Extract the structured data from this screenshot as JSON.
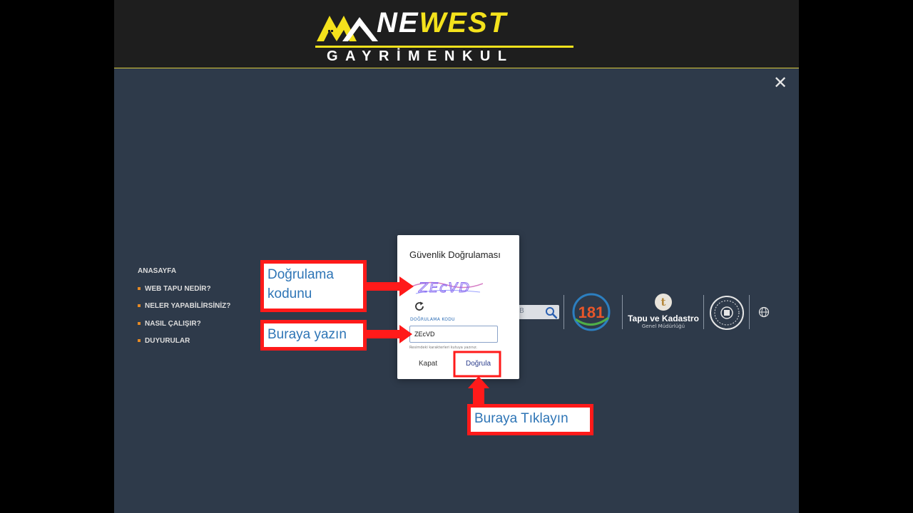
{
  "brand": {
    "word_part1": "NE",
    "word_part2": "WEST",
    "subtitle": "GAYRİMENKUL",
    "yellow": "#f4e21c"
  },
  "nav": {
    "items": [
      {
        "label": "ANASAYFA"
      },
      {
        "label": "WEB TAPU NEDİR?"
      },
      {
        "label": "NELER YAPABİLİRSİNİZ?"
      },
      {
        "label": "NASIL ÇALIŞIR?"
      },
      {
        "label": "DUYURULAR"
      }
    ],
    "bullet_color": "#e58a25"
  },
  "search": {
    "placeholder": "B"
  },
  "partners": {
    "hotline_number": "181",
    "tapu_name": "Tapu ve Kadastro",
    "tapu_subtitle": "Genel Müdürlüğü"
  },
  "dialog": {
    "title": "Güvenlik Doğrulaması",
    "captcha_text": "ZEcVD",
    "code_label": "DOĞRULAMA KODU",
    "code_value": "ZEcVD",
    "hint": "Resimdeki karakterleri kutuya yazınız.",
    "close_label": "Kapat",
    "verify_label": "Doğrula"
  },
  "annotations": {
    "code_line1": "Doğrulama",
    "code_line2": "kodunu",
    "type_here": "Buraya yazın",
    "click_here": "Buraya Tıklayın",
    "highlight_color": "#ff1a1a",
    "text_color": "#2e75b6"
  }
}
